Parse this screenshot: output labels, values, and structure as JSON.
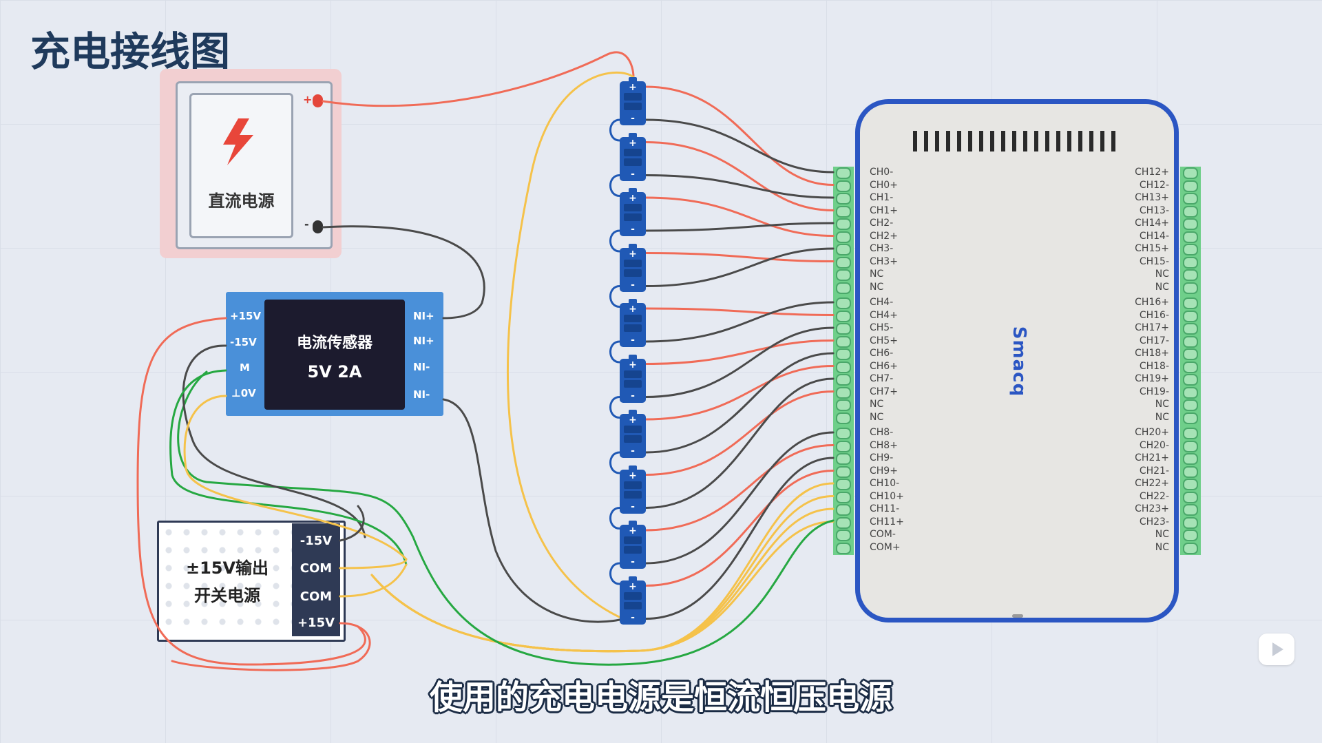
{
  "title": "充电接线图",
  "subtitle": "使用的充电电源是恒流恒压电源",
  "colors": {
    "wire_red": "#f06b57",
    "wire_black": "#4a4a4a",
    "wire_yellow": "#f5c24a",
    "wire_green": "#26a842",
    "battery": "#2059b5",
    "board_border": "#2b56c3",
    "sensor": "#4a90d9"
  },
  "dc_supply": {
    "label": "直流电源",
    "plus": "+",
    "minus": "-"
  },
  "current_sensor": {
    "name": "电流传感器",
    "spec": "5V   2A",
    "left_pins": [
      "+15V",
      "-15V",
      "M",
      "⊥0V"
    ],
    "right_pins": [
      "NI+",
      "NI+",
      "NI-",
      "NI-"
    ]
  },
  "psu15": {
    "line1": "±15V输出",
    "line2": "开关电源",
    "pins": [
      "-15V",
      "COM",
      "COM",
      "+15V"
    ]
  },
  "battery": {
    "plus": "+",
    "minus": "-",
    "count": 10
  },
  "daq": {
    "brand": "Smacq",
    "left_pins": [
      "CH0-",
      "CH0+",
      "CH1-",
      "CH1+",
      "CH2-",
      "CH2+",
      "CH3-",
      "CH3+",
      "NC",
      "NC",
      "CH4-",
      "CH4+",
      "CH5-",
      "CH5+",
      "CH6-",
      "CH6+",
      "CH7-",
      "CH7+",
      "NC",
      "NC",
      "CH8-",
      "CH8+",
      "CH9-",
      "CH9+",
      "CH10-",
      "CH10+",
      "CH11-",
      "CH11+",
      "COM-",
      "COM+"
    ],
    "right_pins": [
      "CH12+",
      "CH12-",
      "CH13+",
      "CH13-",
      "CH14+",
      "CH14-",
      "CH15+",
      "CH15-",
      "NC",
      "NC",
      "CH16+",
      "CH16-",
      "CH17+",
      "CH17-",
      "CH18+",
      "CH18-",
      "CH19+",
      "CH19-",
      "NC",
      "NC",
      "CH20+",
      "CH20-",
      "CH21+",
      "CH21-",
      "CH22+",
      "CH22-",
      "CH23+",
      "CH23-",
      "NC",
      "NC"
    ]
  }
}
